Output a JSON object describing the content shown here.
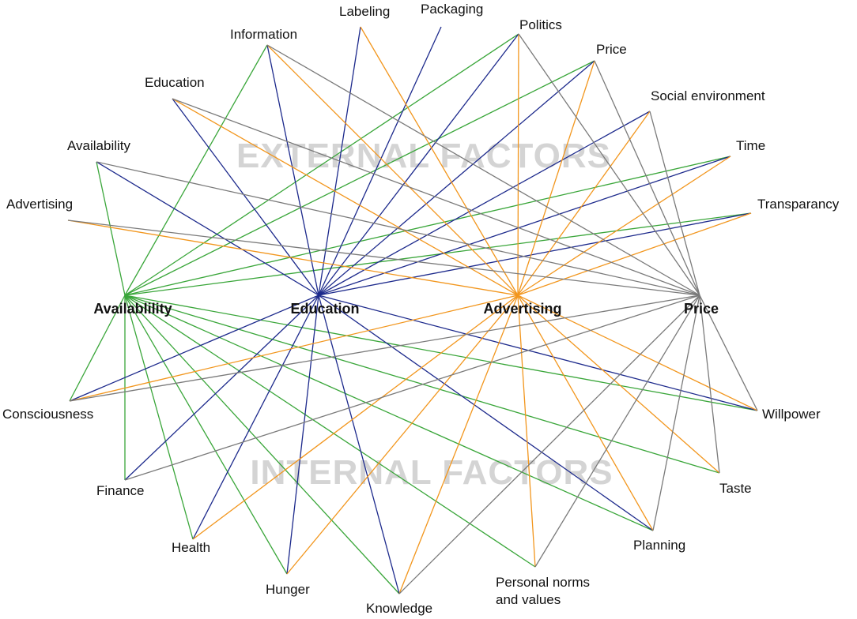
{
  "colors": {
    "Availability": "#3aa63a",
    "Education": "#1d2a8c",
    "Advertising": "#f2961d",
    "Price": "#7a7a7a"
  },
  "watermarks": {
    "external": "EXTERNAL FACTORS",
    "internal": "INTERNAL FACTORS"
  },
  "hubs": [
    {
      "id": "Availability",
      "label": "Availablility"
    },
    {
      "id": "Education",
      "label": "Education"
    },
    {
      "id": "Advertising",
      "label": "Advertising"
    },
    {
      "id": "Price",
      "label": "Price"
    }
  ],
  "external_factors": [
    {
      "id": "ext_advertising",
      "lines": [
        "Advertising"
      ]
    },
    {
      "id": "ext_availability",
      "lines": [
        "Availability"
      ]
    },
    {
      "id": "ext_education",
      "lines": [
        "Education"
      ]
    },
    {
      "id": "ext_information",
      "lines": [
        "Information"
      ]
    },
    {
      "id": "ext_labeling",
      "lines": [
        "Labeling"
      ]
    },
    {
      "id": "ext_packaging",
      "lines": [
        "Packaging"
      ]
    },
    {
      "id": "ext_politics",
      "lines": [
        "Politics"
      ]
    },
    {
      "id": "ext_price",
      "lines": [
        "Price"
      ]
    },
    {
      "id": "ext_social",
      "lines": [
        "Social environment"
      ]
    },
    {
      "id": "ext_time",
      "lines": [
        "Time"
      ]
    },
    {
      "id": "ext_transparancy",
      "lines": [
        "Transparancy"
      ]
    }
  ],
  "internal_factors": [
    {
      "id": "int_consciousness",
      "lines": [
        "Consciousness"
      ]
    },
    {
      "id": "int_finance",
      "lines": [
        "Finance"
      ]
    },
    {
      "id": "int_health",
      "lines": [
        "Health"
      ]
    },
    {
      "id": "int_hunger",
      "lines": [
        "Hunger"
      ]
    },
    {
      "id": "int_knowledge",
      "lines": [
        "Knowledge"
      ]
    },
    {
      "id": "int_norms",
      "lines": [
        "Personal norms",
        "and values"
      ]
    },
    {
      "id": "int_planning",
      "lines": [
        "Planning"
      ]
    },
    {
      "id": "int_taste",
      "lines": [
        "Taste"
      ]
    },
    {
      "id": "int_willpower",
      "lines": [
        "Willpower"
      ]
    }
  ],
  "edges": [
    [
      "Availability",
      "ext_availability"
    ],
    [
      "Availability",
      "ext_information"
    ],
    [
      "Availability",
      "ext_politics"
    ],
    [
      "Availability",
      "ext_price"
    ],
    [
      "Availability",
      "ext_time"
    ],
    [
      "Availability",
      "ext_transparancy"
    ],
    [
      "Availability",
      "int_consciousness"
    ],
    [
      "Availability",
      "int_finance"
    ],
    [
      "Availability",
      "int_health"
    ],
    [
      "Availability",
      "int_hunger"
    ],
    [
      "Availability",
      "int_knowledge"
    ],
    [
      "Availability",
      "int_norms"
    ],
    [
      "Availability",
      "int_planning"
    ],
    [
      "Availability",
      "int_taste"
    ],
    [
      "Availability",
      "int_willpower"
    ],
    [
      "Education",
      "ext_availability"
    ],
    [
      "Education",
      "ext_education"
    ],
    [
      "Education",
      "ext_information"
    ],
    [
      "Education",
      "ext_labeling"
    ],
    [
      "Education",
      "ext_packaging"
    ],
    [
      "Education",
      "ext_politics"
    ],
    [
      "Education",
      "ext_price"
    ],
    [
      "Education",
      "ext_social"
    ],
    [
      "Education",
      "ext_time"
    ],
    [
      "Education",
      "ext_transparancy"
    ],
    [
      "Education",
      "int_consciousness"
    ],
    [
      "Education",
      "int_finance"
    ],
    [
      "Education",
      "int_health"
    ],
    [
      "Education",
      "int_hunger"
    ],
    [
      "Education",
      "int_knowledge"
    ],
    [
      "Education",
      "int_planning"
    ],
    [
      "Education",
      "int_willpower"
    ],
    [
      "Advertising",
      "ext_advertising"
    ],
    [
      "Advertising",
      "ext_education"
    ],
    [
      "Advertising",
      "ext_information"
    ],
    [
      "Advertising",
      "ext_labeling"
    ],
    [
      "Advertising",
      "ext_politics"
    ],
    [
      "Advertising",
      "ext_price"
    ],
    [
      "Advertising",
      "ext_social"
    ],
    [
      "Advertising",
      "ext_time"
    ],
    [
      "Advertising",
      "ext_transparancy"
    ],
    [
      "Advertising",
      "int_consciousness"
    ],
    [
      "Advertising",
      "int_health"
    ],
    [
      "Advertising",
      "int_hunger"
    ],
    [
      "Advertising",
      "int_knowledge"
    ],
    [
      "Advertising",
      "int_norms"
    ],
    [
      "Advertising",
      "int_planning"
    ],
    [
      "Advertising",
      "int_taste"
    ],
    [
      "Advertising",
      "int_willpower"
    ],
    [
      "Price",
      "ext_advertising"
    ],
    [
      "Price",
      "ext_availability"
    ],
    [
      "Price",
      "ext_education"
    ],
    [
      "Price",
      "ext_information"
    ],
    [
      "Price",
      "ext_politics"
    ],
    [
      "Price",
      "ext_price"
    ],
    [
      "Price",
      "ext_social"
    ],
    [
      "Price",
      "int_consciousness"
    ],
    [
      "Price",
      "int_finance"
    ],
    [
      "Price",
      "int_knowledge"
    ],
    [
      "Price",
      "int_norms"
    ],
    [
      "Price",
      "int_planning"
    ],
    [
      "Price",
      "int_taste"
    ],
    [
      "Price",
      "int_willpower"
    ]
  ]
}
